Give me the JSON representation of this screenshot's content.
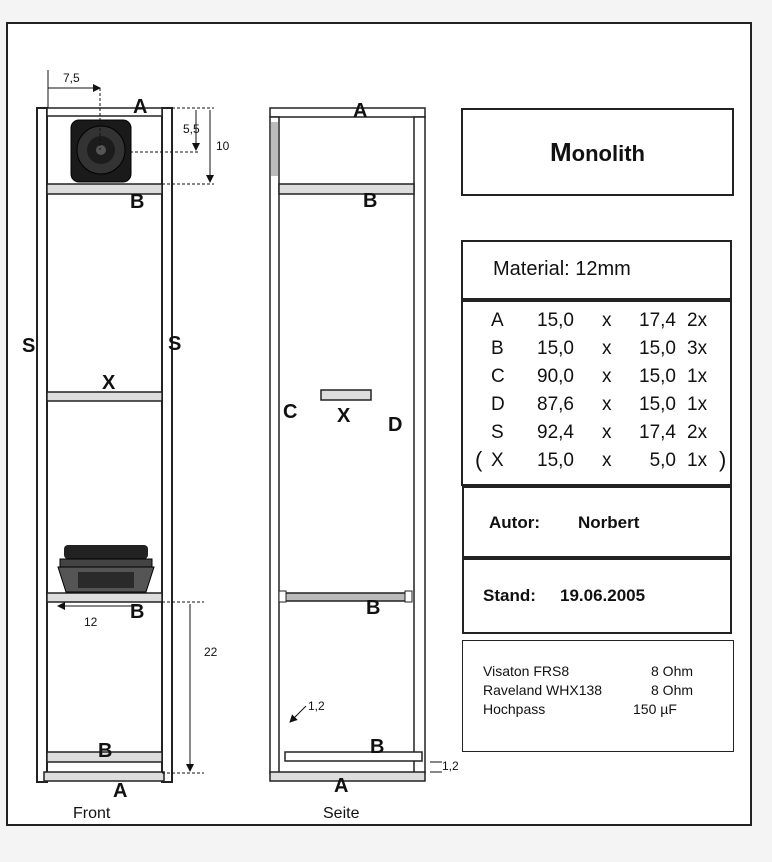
{
  "front": {
    "caption": "Front",
    "labels": {
      "a_top": "A",
      "b_top": "B",
      "s_left": "S",
      "s_right": "S",
      "x": "X",
      "b_mid": "B",
      "b_low": "B",
      "a_bottom": "A"
    },
    "dims": {
      "tweeter_offset": "7,5",
      "tweeter_depth": "5,5",
      "top_chamber": "10",
      "woofer_offset": "12",
      "bottom_chamber": "22"
    }
  },
  "side": {
    "caption": "Seite",
    "labels": {
      "a_top": "A",
      "b_top": "B",
      "c": "C",
      "x": "X",
      "d": "D",
      "b_mid": "B",
      "b_low": "B",
      "a_bottom": "A"
    },
    "dims": {
      "gap": "1,2",
      "bottom_thickness": "1,2"
    }
  },
  "title": {
    "first": "M",
    "rest": "onolith"
  },
  "material": {
    "label": "Material: 12mm"
  },
  "parts": [
    {
      "letter": "A",
      "dim_a": "15,0",
      "x": "x",
      "dim_b": "17,4",
      "qty": "2x"
    },
    {
      "letter": "B",
      "dim_a": "15,0",
      "x": "x",
      "dim_b": "15,0",
      "qty": "3x"
    },
    {
      "letter": "C",
      "dim_a": "90,0",
      "x": "x",
      "dim_b": "15,0",
      "qty": "1x"
    },
    {
      "letter": "D",
      "dim_a": "87,6",
      "x": "x",
      "dim_b": "15,0",
      "qty": "1x"
    },
    {
      "letter": "S",
      "dim_a": "92,4",
      "x": "x",
      "dim_b": "17,4",
      "qty": "2x"
    },
    {
      "letter": "X",
      "dim_a": "15,0",
      "x": "x",
      "dim_b": "5,0",
      "qty": "1x"
    }
  ],
  "parens": {
    "open": "(",
    "close": ")"
  },
  "author": {
    "key": "Autor:",
    "value": "Norbert"
  },
  "stand": {
    "key": "Stand:",
    "value": "19.06.2005"
  },
  "components": [
    {
      "name": "Visaton FRS8",
      "value": "8 Ohm"
    },
    {
      "name": "Raveland WHX138",
      "value": "8 Ohm"
    },
    {
      "name": "Hochpass",
      "value": "150 µF"
    }
  ]
}
